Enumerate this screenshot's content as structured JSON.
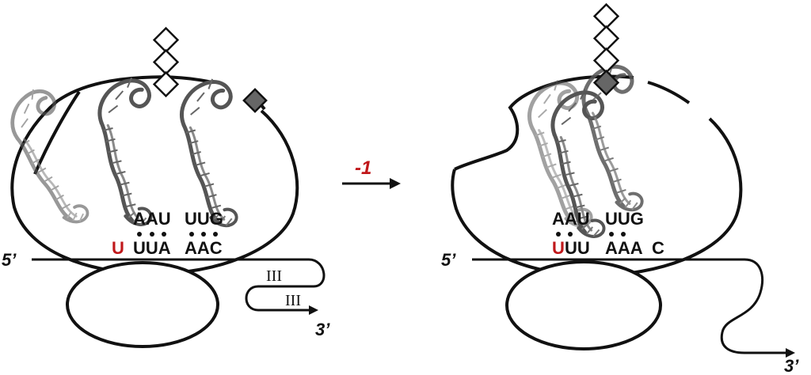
{
  "colors": {
    "stroke": "#111111",
    "highlight": "#c0181b",
    "shifted_residue": "#666666",
    "trna": "#555555"
  },
  "left_panel": {
    "anticodon_1": "AAU",
    "anticodon_2": "UUG",
    "mrna_highlight": "U",
    "mrna_codon_1": "UUA",
    "mrna_codon_2": "AAC",
    "five_prime": "5’",
    "three_prime": "3’",
    "stem_mark_upper": "III",
    "stem_mark_lower": "III"
  },
  "arrow": {
    "label": "-1"
  },
  "right_panel": {
    "anticodon_1": "AAU",
    "anticodon_2": "UUG",
    "mrna_highlight": "U",
    "mrna_codon_1_rest": "UU",
    "mrna_codon_2": "AAA",
    "mrna_next": "C",
    "five_prime": "5’",
    "three_prime": "3’"
  }
}
